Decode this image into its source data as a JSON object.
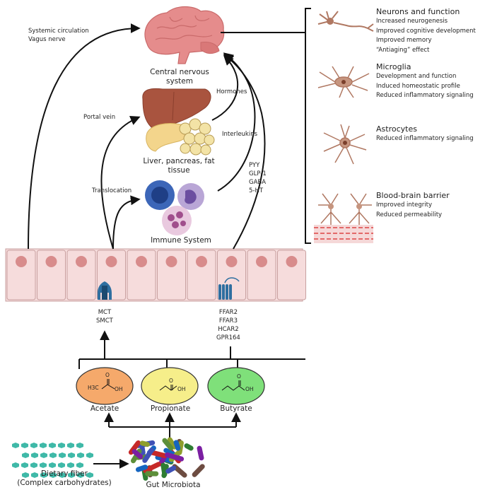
{
  "cns": {
    "label": "Central nervous system"
  },
  "liver": {
    "label": "Liver, pancreas, fat tissue"
  },
  "immune": {
    "label": "Immune System"
  },
  "routes": {
    "systemic": [
      "Systemic circulation",
      "Vagus nerve"
    ],
    "portal": "Portal vein",
    "translocation": "Translocation",
    "hormones": "Hormones",
    "interleukins": "Interleukins",
    "mediators": [
      "PYY",
      "GLP-1",
      "GABA",
      "5-HT"
    ]
  },
  "transporters": {
    "mct": [
      "MCT",
      "SMCT"
    ],
    "receptors": [
      "FFAR2",
      "FFAR3",
      "HCAR2",
      "GPR164"
    ]
  },
  "scfa": [
    {
      "name": "Acetate",
      "color": "#f5a96b",
      "structure_label": "H3C",
      "oh": "OH",
      "o": "O"
    },
    {
      "name": "Propionate",
      "color": "#f6ee8a",
      "oh": "OH",
      "o": "O"
    },
    {
      "name": "Butyrate",
      "color": "#7fe07a",
      "oh": "OH",
      "o": "O"
    }
  ],
  "fiber": {
    "label": [
      "Dietary fiber",
      "(Complex carbohydrates)"
    ],
    "color": "#3fb9a8"
  },
  "microbiota": {
    "label": "Gut Microbiota"
  },
  "effects": [
    {
      "title": "Neurons and function",
      "items": [
        "Increased neurogenesis",
        "Improved cognitive development",
        "Improved memory",
        "“Antiaging” effect"
      ]
    },
    {
      "title": "Microglia",
      "items": [
        "Development and function",
        "Induced homeostatic profile",
        "Reduced inflammatory signaling"
      ]
    },
    {
      "title": "Astrocytes",
      "items": [
        "Reduced inflammatory signaling"
      ]
    },
    {
      "title": "Blood-brain barrier",
      "items": [
        "Improved integrity",
        "Reduced permeability"
      ]
    }
  ],
  "colors": {
    "cell": "#f6dcdc",
    "nucleus": "#d88c8c",
    "cell_border": "#c8a0a0",
    "neuron": "#b07862",
    "brain": "#e58c8c",
    "liver": "#a9543f",
    "transporter": "#2f6fa0"
  }
}
